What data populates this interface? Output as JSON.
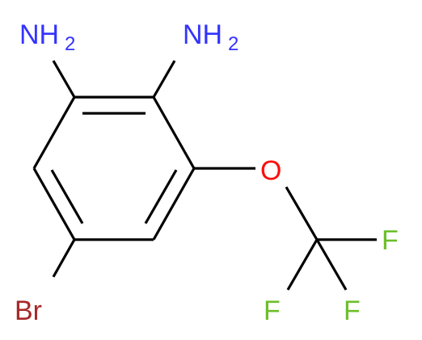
{
  "molecule": {
    "atoms": {
      "amine_left": {
        "symbol": "NH",
        "subscript": "2"
      },
      "amine_right": {
        "symbol": "NH",
        "subscript": "2"
      },
      "oxygen": {
        "symbol": "O"
      },
      "fluorine_1": {
        "symbol": "F"
      },
      "fluorine_2": {
        "symbol": "F"
      },
      "fluorine_3": {
        "symbol": "F"
      },
      "bromine": {
        "symbol": "Br"
      }
    },
    "colors": {
      "bond": "#000000",
      "nitrogen": "#3333ff",
      "oxygen": "#ff0d0d",
      "fluorine": "#6bbf2a",
      "bromine": "#a62929"
    }
  }
}
